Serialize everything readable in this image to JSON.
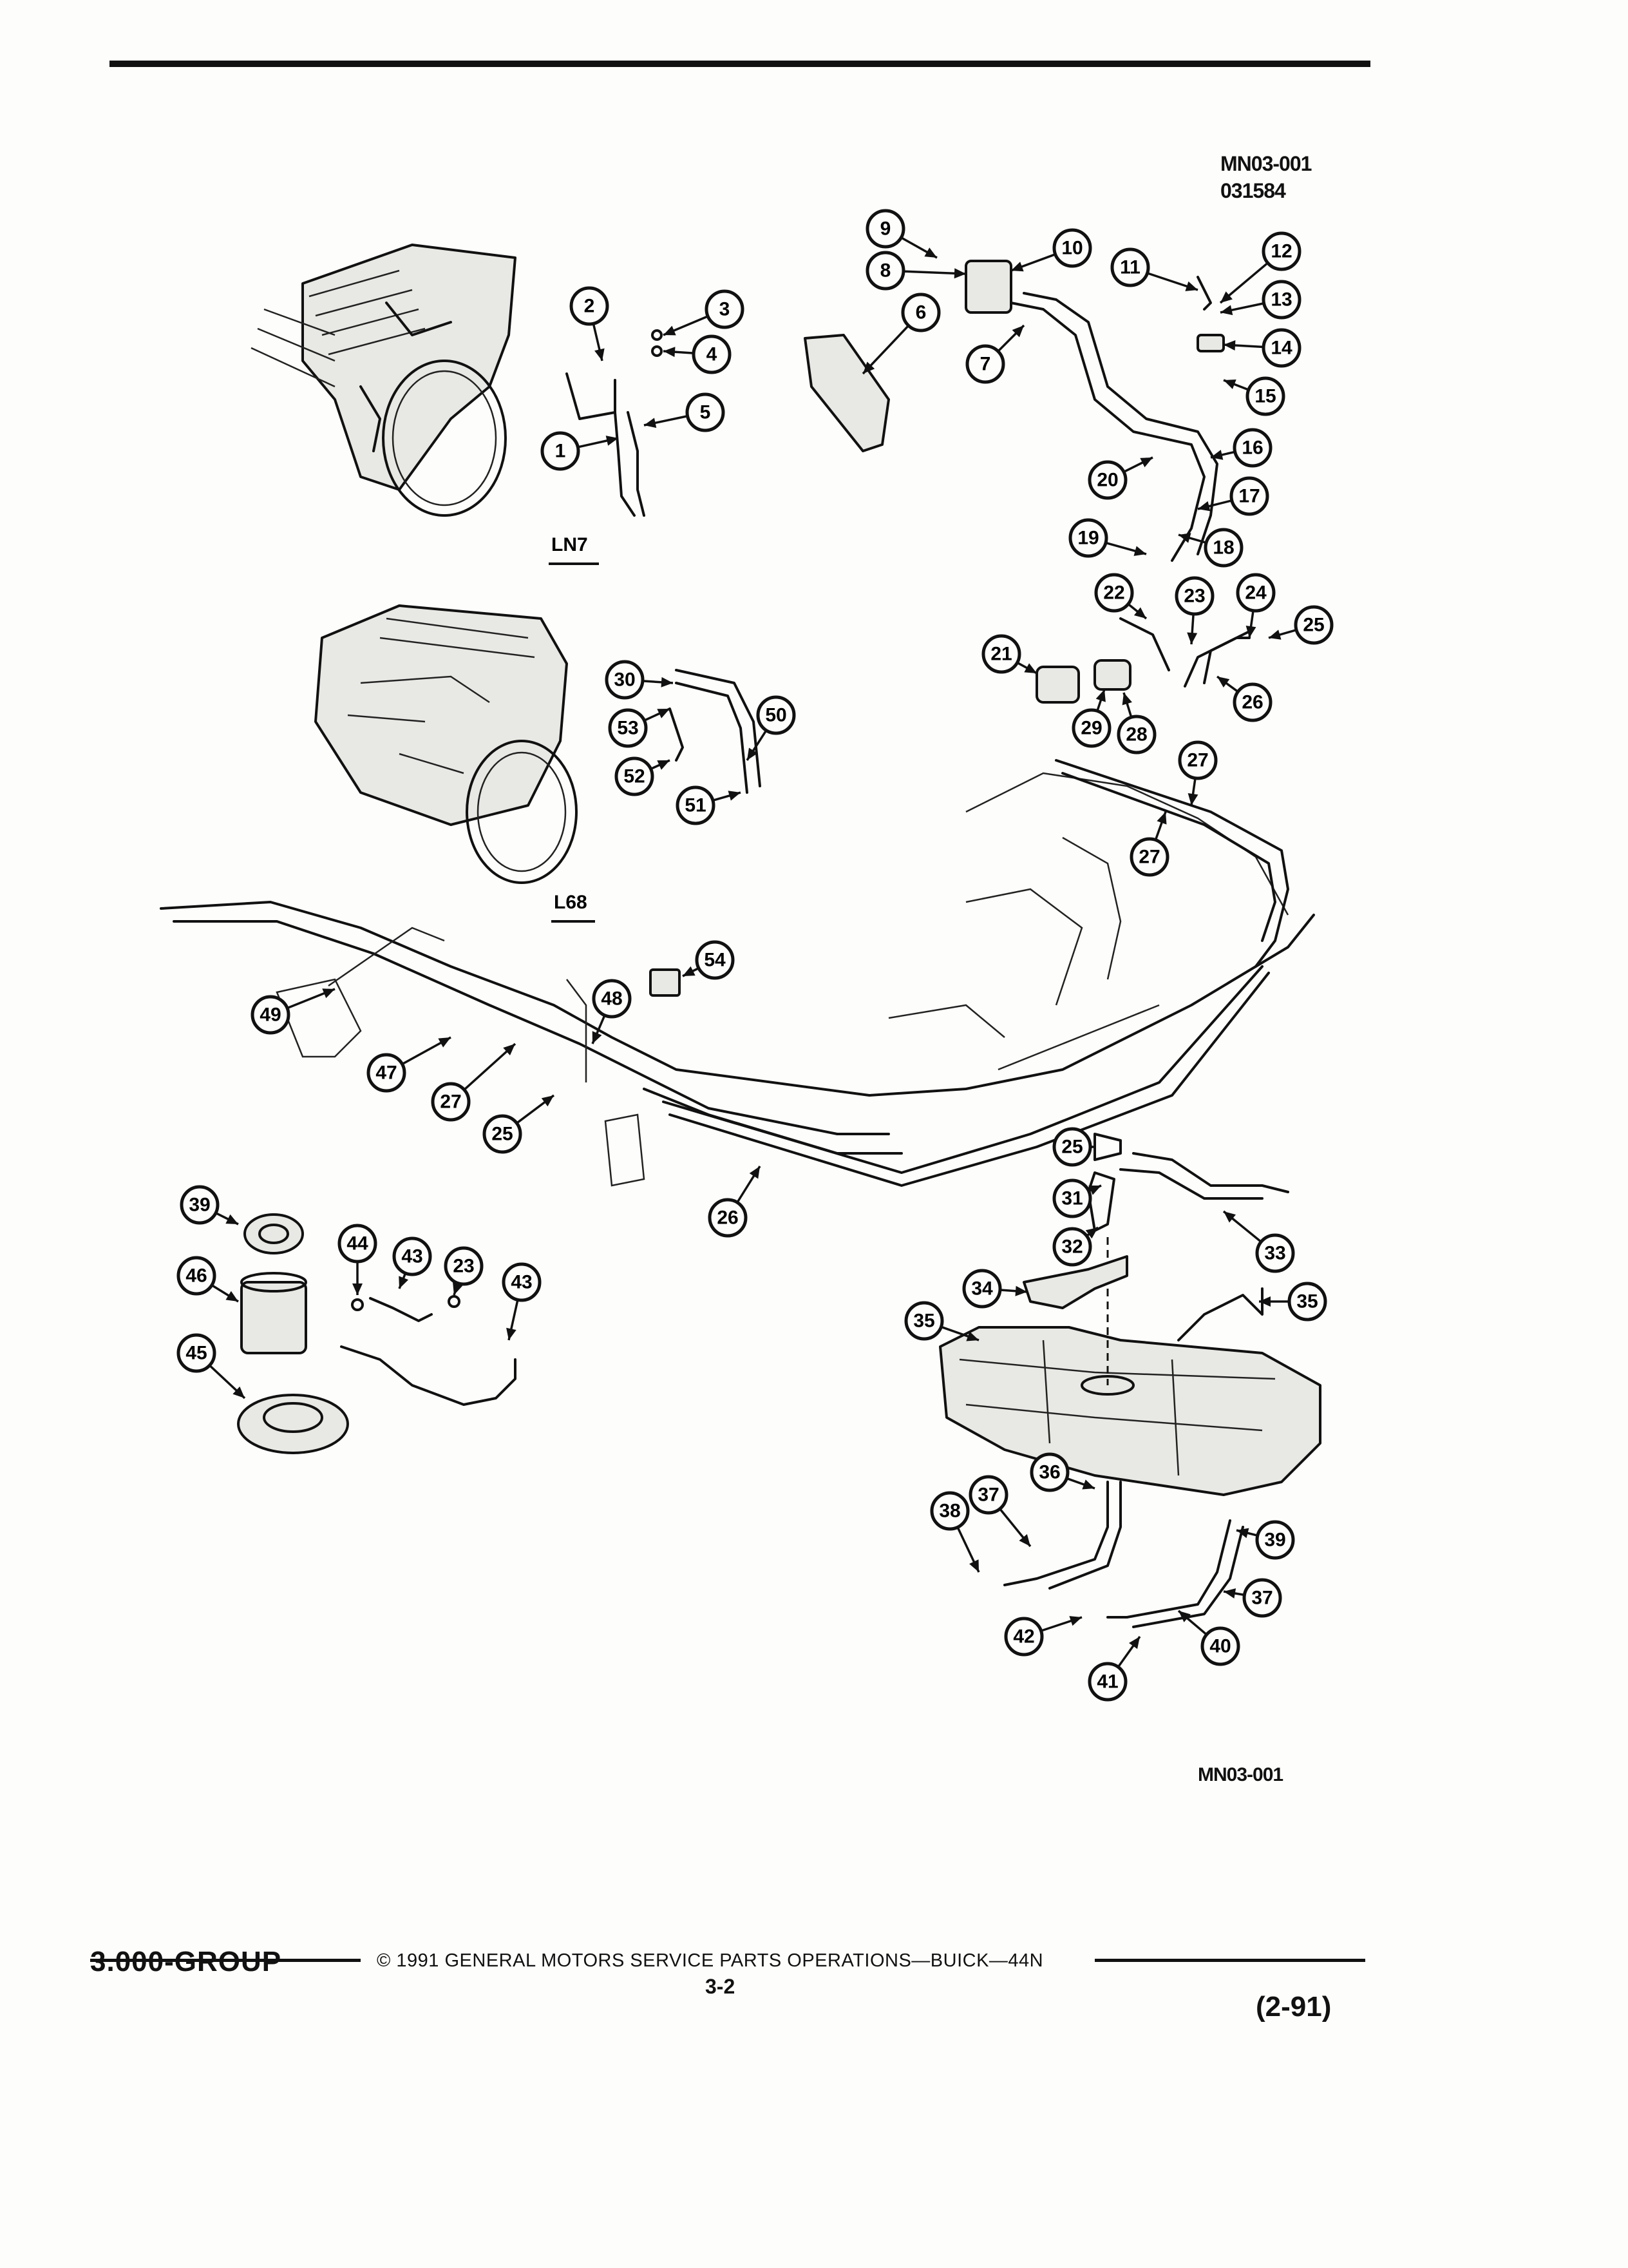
{
  "figure_codes": {
    "top_line1": "MN03-001",
    "top_line2": "031584",
    "bottom": "MN03-001"
  },
  "engine_labels": {
    "upper": "LN7",
    "lower": "L68"
  },
  "callouts": [
    {
      "n": "1"
    },
    {
      "n": "2"
    },
    {
      "n": "3"
    },
    {
      "n": "4"
    },
    {
      "n": "5"
    },
    {
      "n": "6"
    },
    {
      "n": "7"
    },
    {
      "n": "8"
    },
    {
      "n": "9"
    },
    {
      "n": "10"
    },
    {
      "n": "11"
    },
    {
      "n": "12"
    },
    {
      "n": "13"
    },
    {
      "n": "14"
    },
    {
      "n": "15"
    },
    {
      "n": "16"
    },
    {
      "n": "17"
    },
    {
      "n": "18"
    },
    {
      "n": "19"
    },
    {
      "n": "20"
    },
    {
      "n": "21"
    },
    {
      "n": "22"
    },
    {
      "n": "23"
    },
    {
      "n": "24"
    },
    {
      "n": "25"
    },
    {
      "n": "26"
    },
    {
      "n": "27"
    },
    {
      "n": "28"
    },
    {
      "n": "29"
    },
    {
      "n": "27"
    },
    {
      "n": "30"
    },
    {
      "n": "53"
    },
    {
      "n": "52"
    },
    {
      "n": "51"
    },
    {
      "n": "50"
    },
    {
      "n": "54"
    },
    {
      "n": "49"
    },
    {
      "n": "47"
    },
    {
      "n": "48"
    },
    {
      "n": "27"
    },
    {
      "n": "25"
    },
    {
      "n": "26"
    },
    {
      "n": "25"
    },
    {
      "n": "31"
    },
    {
      "n": "32"
    },
    {
      "n": "33"
    },
    {
      "n": "34"
    },
    {
      "n": "35"
    },
    {
      "n": "35"
    },
    {
      "n": "36"
    },
    {
      "n": "37"
    },
    {
      "n": "38"
    },
    {
      "n": "39"
    },
    {
      "n": "37"
    },
    {
      "n": "42"
    },
    {
      "n": "40"
    },
    {
      "n": "41"
    },
    {
      "n": "39"
    },
    {
      "n": "46"
    },
    {
      "n": "45"
    },
    {
      "n": "44"
    },
    {
      "n": "43"
    },
    {
      "n": "23"
    },
    {
      "n": "43"
    },
    {
      "n": "27"
    }
  ],
  "footer": {
    "group": "3.000-GROUP",
    "copyright": "© 1991 GENERAL MOTORS SERVICE PARTS OPERATIONS—BUICK—44N",
    "page": "3-2",
    "date": "(2-91)"
  }
}
